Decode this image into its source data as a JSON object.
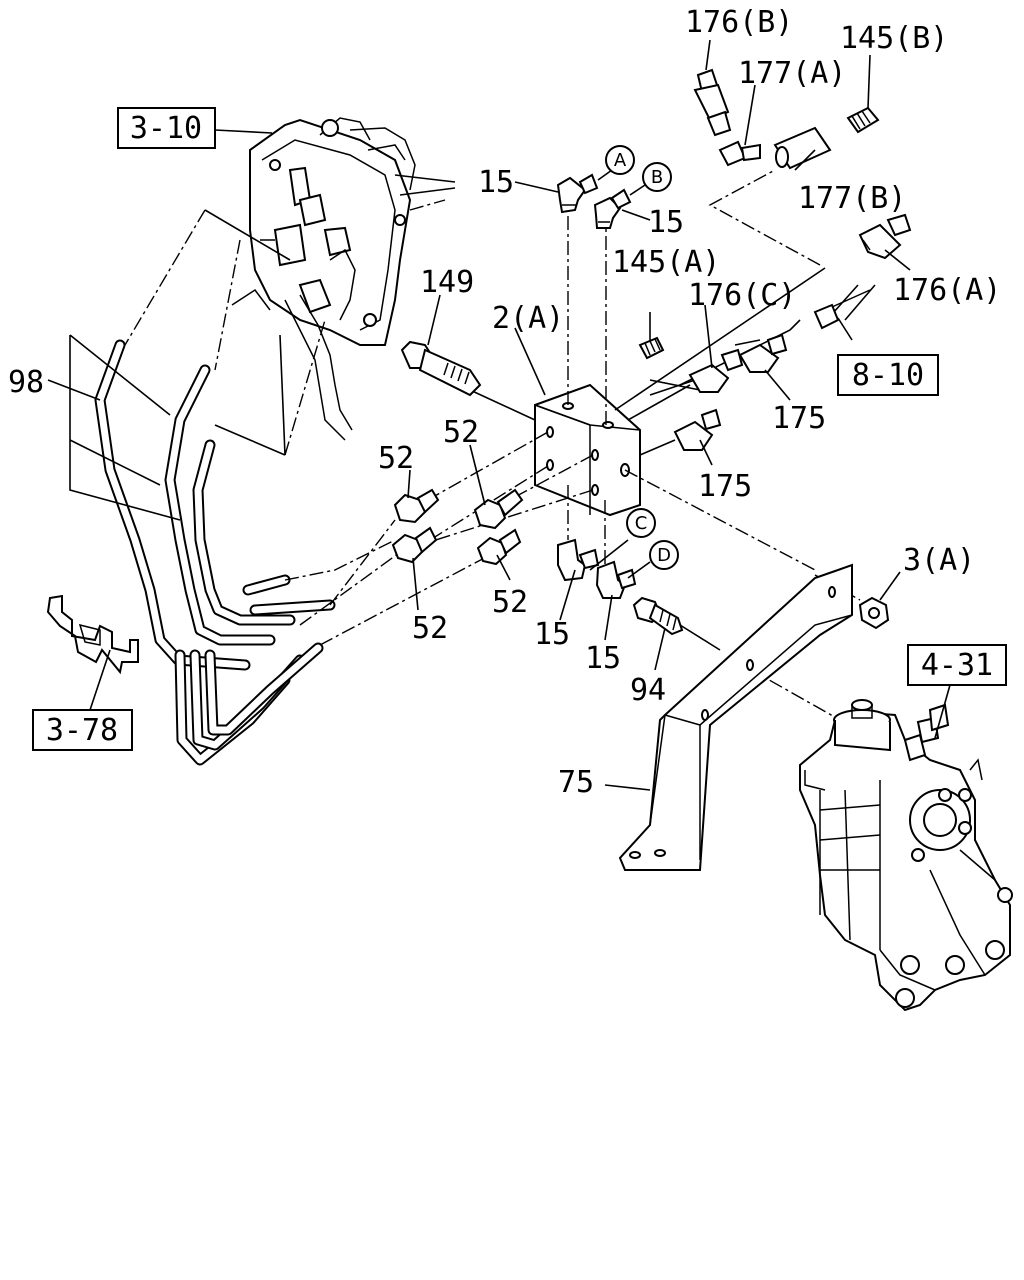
{
  "diagram": {
    "labels": {
      "l176b": "176(B)",
      "l145b": "145(B)",
      "l177a": "177(A)",
      "l177b": "177(B)",
      "l176a": "176(A)",
      "l15a": "15",
      "l15b": "15",
      "l15c": "15",
      "l15d": "15",
      "l145a": "145(A)",
      "l176c": "176(C)",
      "l149": "149",
      "l2a": "2(A)",
      "l98": "98",
      "l52a": "52",
      "l52b": "52",
      "l52c": "52",
      "l52d": "52",
      "l175a": "175",
      "l175b": "175",
      "l3a": "3(A)",
      "l94": "94",
      "l75": "75"
    },
    "references": {
      "r310": "3-10",
      "r810": "8-10",
      "r378": "3-78",
      "r431": "4-31"
    },
    "circles": {
      "ca": "A",
      "cb": "B",
      "cc": "C",
      "cd": "D"
    }
  }
}
